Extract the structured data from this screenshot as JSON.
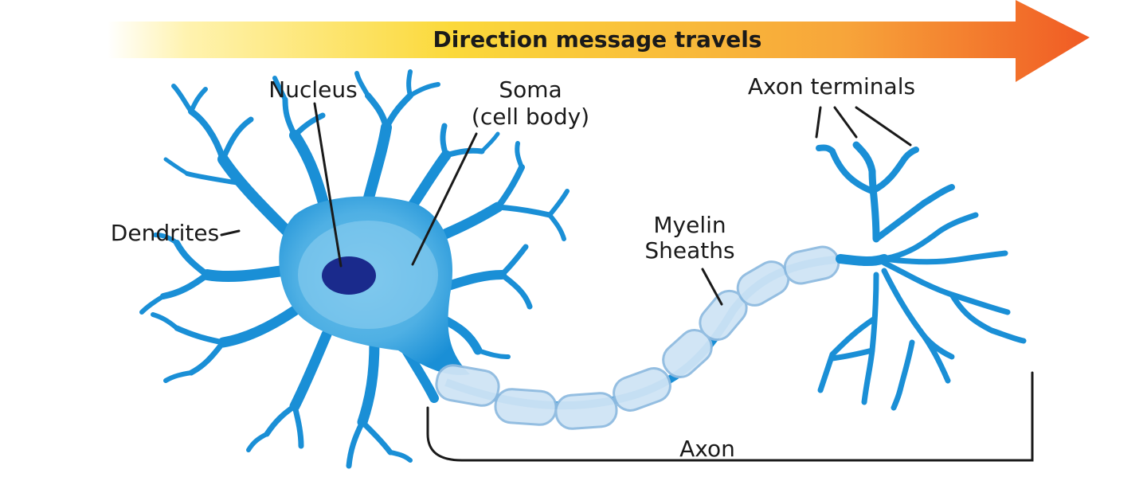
{
  "arrow": {
    "label": "Direction message travels",
    "gradient_start": "#fff6c8",
    "gradient_mid": "#f9d72c",
    "gradient_end": "#f05a24"
  },
  "labels": {
    "nucleus": "Nucleus",
    "soma_line1": "Soma",
    "soma_line2": "(cell body)",
    "dendrites": "Dendrites",
    "myelin_line1": "Myelin",
    "myelin_line2": "Sheaths",
    "axon_terminals": "Axon terminals",
    "axon": "Axon"
  },
  "colors": {
    "neuron": "#1a8fd6",
    "soma_light": "#5ab6e6",
    "nucleus": "#1a2a8c",
    "myelin": "#cfe4f5",
    "myelin_stroke": "#8fbbe0"
  }
}
